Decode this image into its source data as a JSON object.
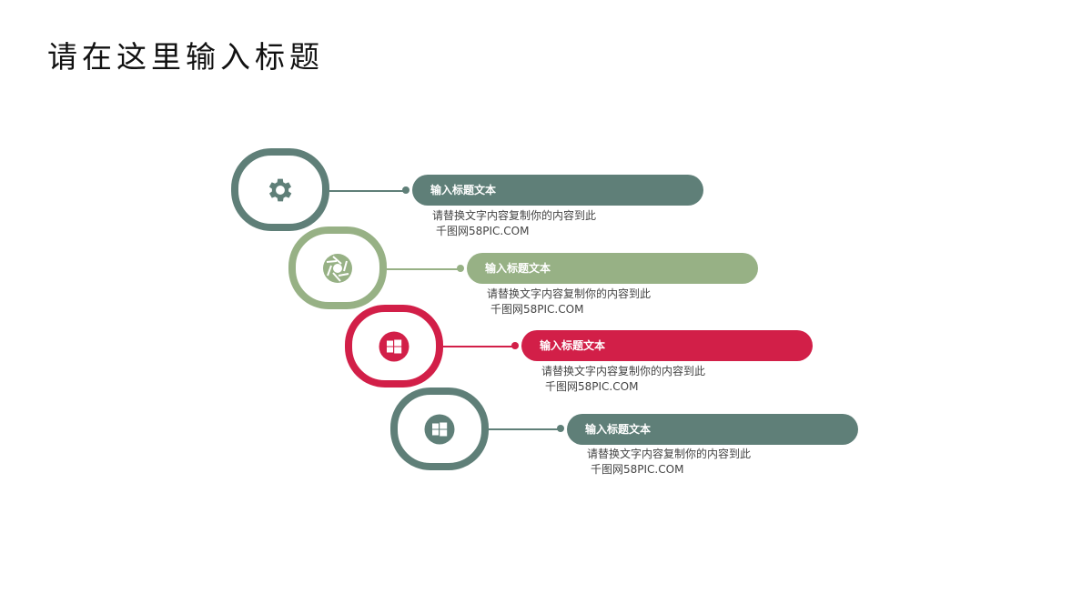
{
  "title": "请在这里输入标题",
  "items": [
    {
      "icon": "gear-icon",
      "color": "#5f7f78",
      "heading": "输入标题文本",
      "desc_line1": "请替换文字内容复制你的内容到此",
      "desc_line2": "千图网58PIC.COM"
    },
    {
      "icon": "aperture-icon",
      "color": "#97b185",
      "heading": "输入标题文本",
      "desc_line1": "请替换文字内容复制你的内容到此",
      "desc_line2": "千图网58PIC.COM"
    },
    {
      "icon": "windows-icon",
      "color": "#d21f48",
      "heading": "输入标题文本",
      "desc_line1": "请替换文字内容复制你的内容到此",
      "desc_line2": "千图网58PIC.COM"
    },
    {
      "icon": "windows-icon",
      "color": "#5f7f78",
      "heading": "输入标题文本",
      "desc_line1": "请替换文字内容复制你的内容到此",
      "desc_line2": "千图网58PIC.COM"
    }
  ]
}
